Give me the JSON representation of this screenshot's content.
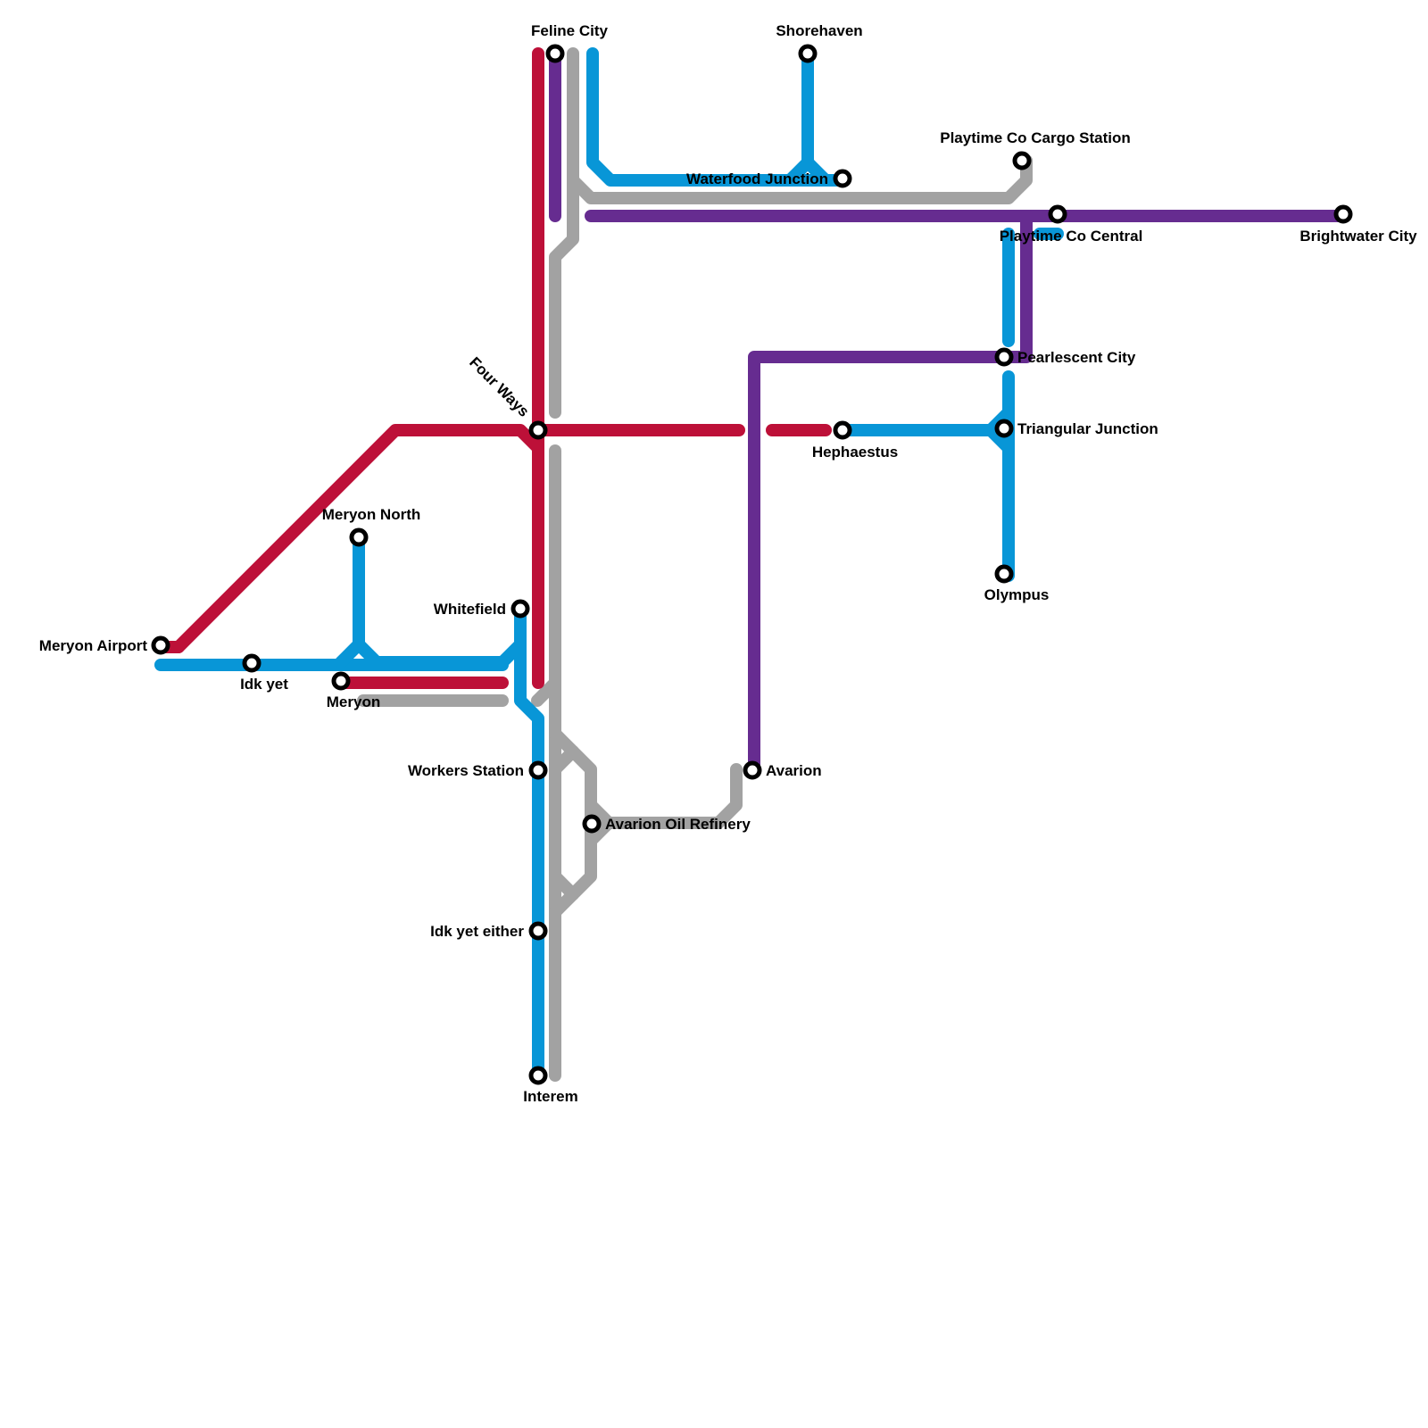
{
  "line_colors": {
    "red": "#BD1038",
    "blue": "#0896D7",
    "purple": "#662C90",
    "grey": "#A2A2A2"
  },
  "stations": {
    "feline_city": "Feline City",
    "shorehaven": "Shorehaven",
    "playtime_cargo": "Playtime Co Cargo Station",
    "waterfood_junction": "Waterfood Junction",
    "playtime_central": "Playtime Co Central",
    "brightwater_city": "Brightwater City",
    "pearlescent_city": "Pearlescent City",
    "four_ways": "Four Ways",
    "triangular_junction": "Triangular Junction",
    "hephaestus": "Hephaestus",
    "meryon_north": "Meryon North",
    "olympus": "Olympus",
    "whitefield": "Whitefield",
    "meryon_airport": "Meryon Airport",
    "idk_yet": "Idk yet",
    "meryon": "Meryon",
    "workers_station": "Workers Station",
    "avarion": "Avarion",
    "avarion_oil_refinery": "Avarion Oil Refinery",
    "idk_yet_either": "Idk yet either",
    "interem": "Interem"
  }
}
